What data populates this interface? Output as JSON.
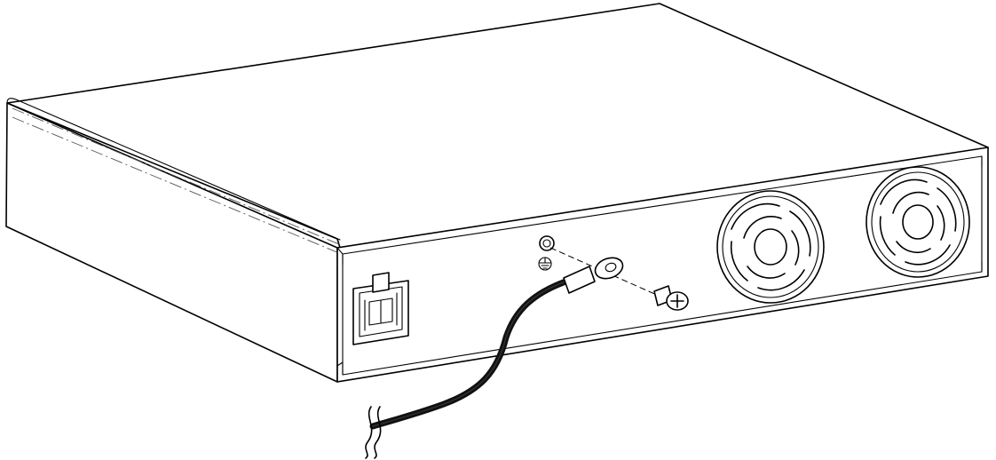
{
  "diagram": {
    "type": "line-art-illustration",
    "subject": "equipment-rear-panel-grounding",
    "colors": {
      "line": "#000000",
      "background": "#ffffff",
      "cable": "#111111",
      "hidden-edge": "#555555"
    },
    "parts": [
      "chassis-housing",
      "power-connector",
      "ground-terminal",
      "ground-symbol",
      "ring-lug",
      "ground-cable",
      "ground-screw",
      "cooling-fan-left",
      "cooling-fan-right"
    ]
  }
}
